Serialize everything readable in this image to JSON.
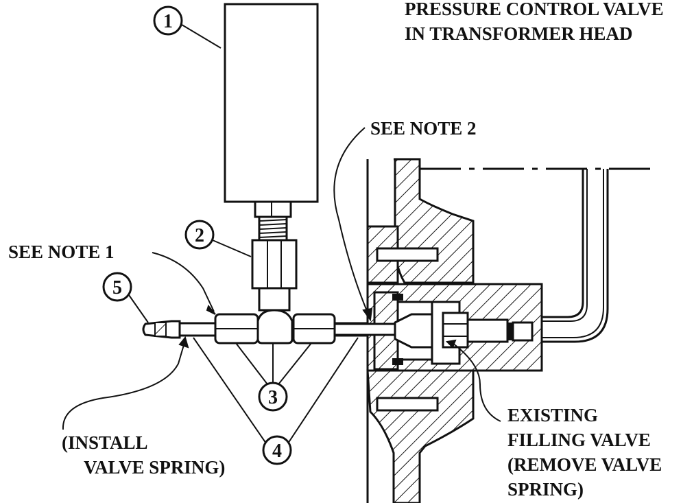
{
  "title": {
    "line1": "PRESSURE CONTROL VALVE",
    "line2": "IN TRANSFORMER HEAD"
  },
  "notes": {
    "note1": "SEE NOTE 1",
    "note2": "SEE NOTE 2"
  },
  "callouts": [
    "1",
    "2",
    "3",
    "4",
    "5"
  ],
  "install_label": {
    "line1": "(INSTALL",
    "line2": "VALVE SPRING)"
  },
  "existing_label": {
    "line1": "EXISTING",
    "line2": "FILLING VALVE",
    "line3": "(REMOVE VALVE",
    "line4": "SPRING)"
  }
}
